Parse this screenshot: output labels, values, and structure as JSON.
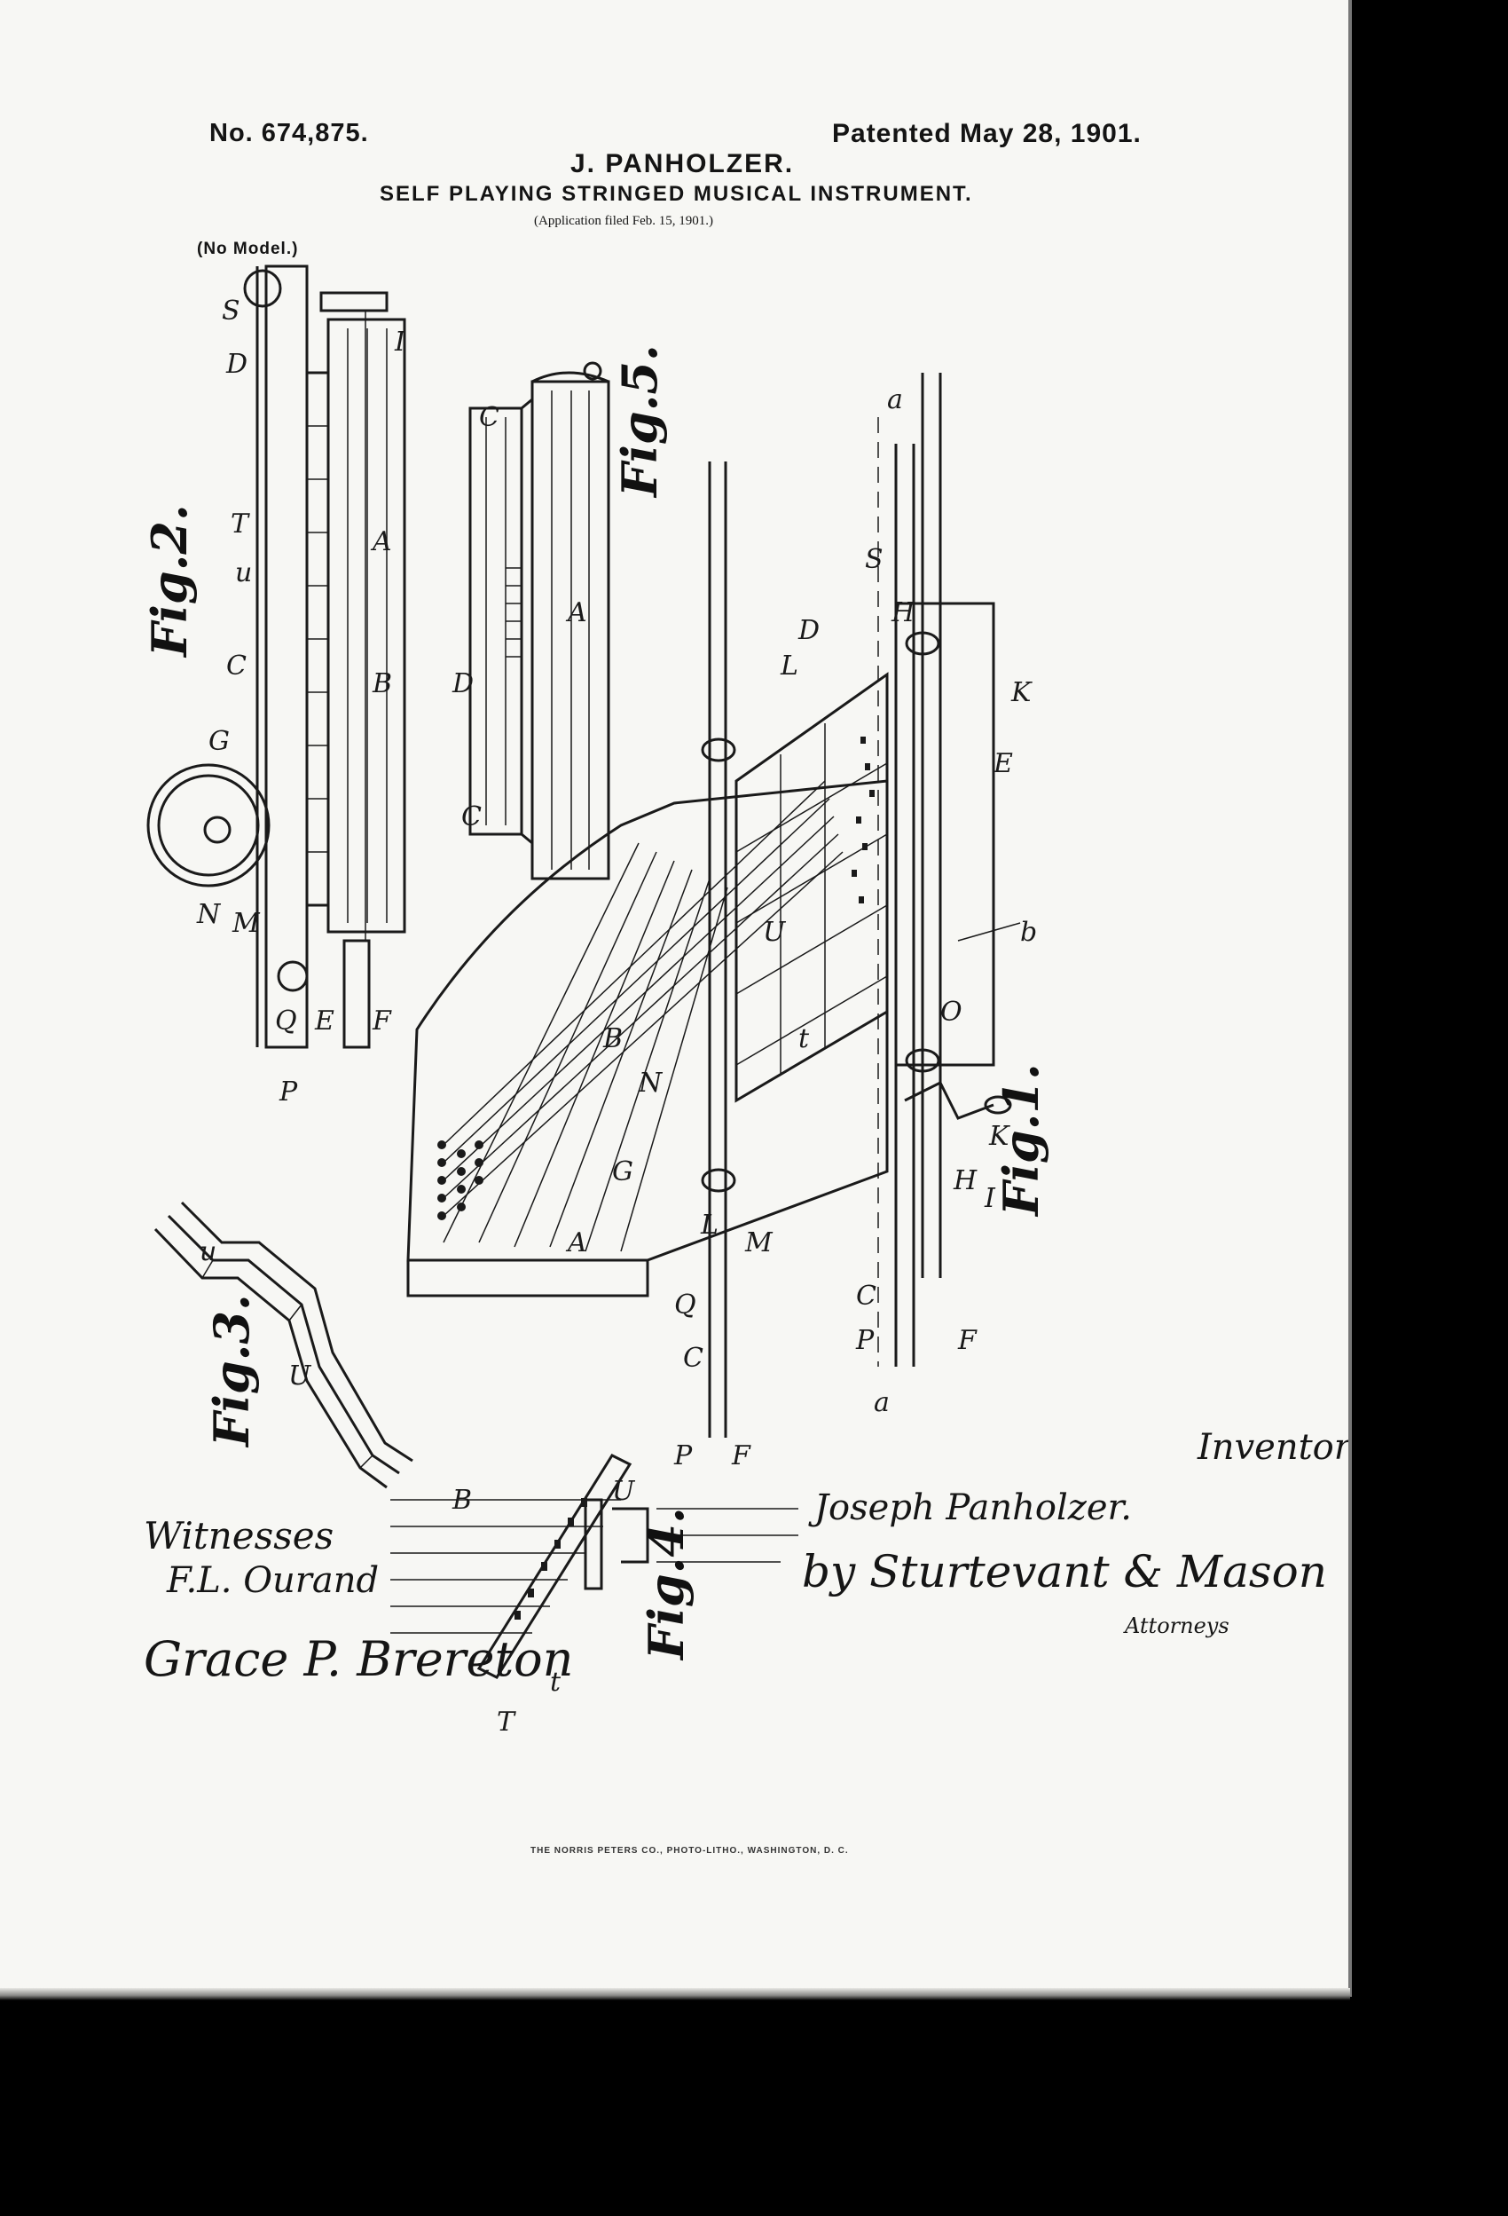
{
  "header": {
    "patent_number": "No. 674,875.",
    "inventor_name": "J. PANHOLZER.",
    "patented_date": "Patented May 28, 1901.",
    "title": "SELF PLAYING STRINGED MUSICAL INSTRUMENT.",
    "application_date": "(Application filed Feb. 15, 1901.)",
    "model_note": "(No Model.)"
  },
  "figures": {
    "fig1": "Fig.1.",
    "fig2": "Fig.2.",
    "fig3": "Fig.3.",
    "fig4": "Fig.4.",
    "fig5": "Fig.5."
  },
  "reference_letters": {
    "A": "A",
    "B": "B",
    "C": "C",
    "D": "D",
    "E": "E",
    "F": "F",
    "G": "G",
    "H": "H",
    "I": "I",
    "K": "K",
    "L": "L",
    "M": "M",
    "N": "N",
    "O": "O",
    "P": "P",
    "Q": "Q",
    "S": "S",
    "T": "T",
    "U": "U",
    "a": "a",
    "b": "b",
    "t": "t",
    "u": "u"
  },
  "signatures": {
    "witnesses_label": "Witnesses",
    "witness_1": "F.L. Ourand",
    "witness_2": "Grace P. Brereton",
    "inventor_label": "Inventor.",
    "inventor_signature": "Joseph Panholzer.",
    "attorney_signature": "by Sturtevant & Mason",
    "attorneys_label": "Attorneys"
  },
  "printer_credit": "THE NORRIS PETERS CO., PHOTO-LITHO., WASHINGTON, D. C."
}
